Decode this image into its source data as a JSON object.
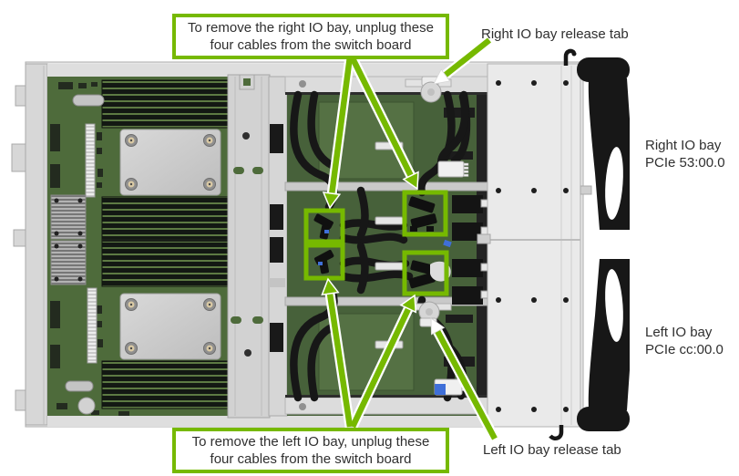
{
  "callouts": {
    "top": {
      "line1": "To remove the right IO bay, unplug these",
      "line2": "four cables from the switch board"
    },
    "bottom": {
      "line1": "To remove the left IO bay, unplug these",
      "line2": "four cables from the switch board"
    }
  },
  "labels": {
    "right_release_tab": "Right IO bay release tab",
    "left_release_tab": "Left IO bay release tab",
    "right_bay": {
      "line1": "Right IO bay",
      "line2": "PCIe 53:00.0"
    },
    "left_bay": {
      "line1": "Left IO bay",
      "line2": "PCIe cc:00.0"
    }
  },
  "colors": {
    "annotation_green": "#76b900",
    "motherboard_green": "#4e6b3b",
    "switch_board_green": "#47613a",
    "chassis_gray": "#e7e7e7",
    "handle_black": "#171717"
  }
}
